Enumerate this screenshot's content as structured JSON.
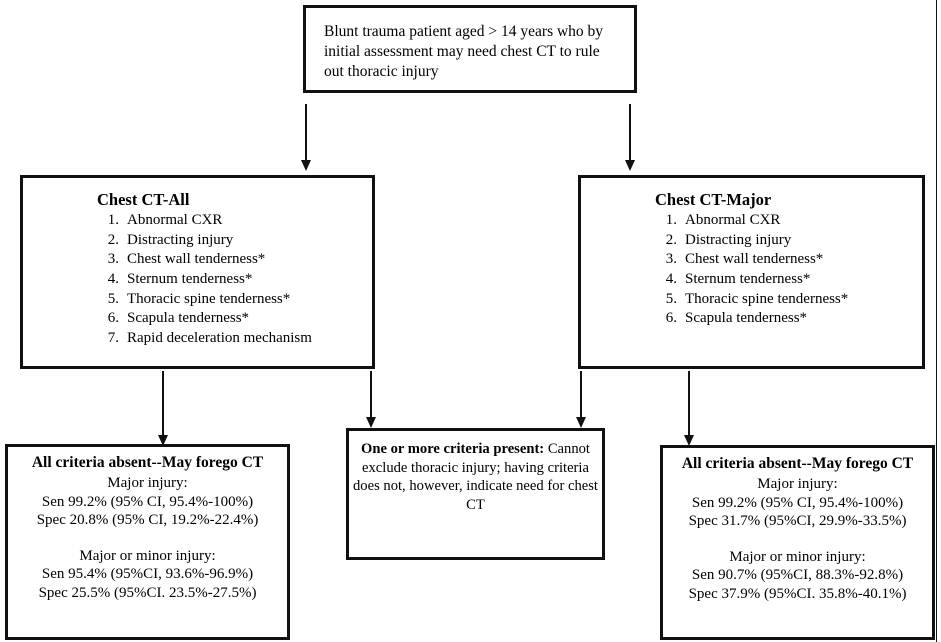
{
  "figure": {
    "type": "clinical-decision-rule-flowchart"
  },
  "top_box": {
    "text": "Blunt trauma patient aged > 14 years who by initial assessment may need chest CT to rule out thoracic injury"
  },
  "criteria_boxes": [
    {
      "id": "chest-ct-all",
      "title": "Chest CT-All",
      "items": [
        "Abnormal CXR",
        "Distracting injury",
        "Chest wall tenderness*",
        "Sternum tenderness*",
        "Thoracic spine tenderness*",
        "Scapula tenderness*",
        "Rapid deceleration mechanism"
      ]
    },
    {
      "id": "chest-ct-major",
      "title": "Chest CT-Major",
      "items": [
        "Abnormal CXR",
        "Distracting injury",
        "Chest wall tenderness*",
        "Sternum tenderness*",
        "Thoracic spine tenderness*",
        "Scapula tenderness*"
      ]
    }
  ],
  "result_boxes": {
    "left": {
      "title": "All criteria absent--May forego CT",
      "groups": [
        {
          "label": "Major injury:",
          "stats": [
            "Sen  99.2% (95% CI, 95.4%-100%)",
            "Spec 20.8% (95% CI, 19.2%-22.4%)"
          ]
        },
        {
          "label": "Major or minor injury:",
          "stats": [
            "Sen  95.4% (95%CI, 93.6%-96.9%)",
            "Spec 25.5% (95%CI. 23.5%-27.5%)"
          ]
        }
      ]
    },
    "center": {
      "bold_lead": "One or more criteria present:",
      "rest": " Cannot exclude thoracic injury; having criteria does not, however, indicate need for chest CT"
    },
    "right": {
      "title": "All criteria absent--May forego CT",
      "groups": [
        {
          "label": "Major injury:",
          "stats": [
            "Sen  99.2% (95% CI, 95.4%-100%)",
            "Spec 31.7% (95%CI, 29.9%-33.5%)"
          ]
        },
        {
          "label": "Major or minor injury:",
          "stats": [
            "Sen  90.7% (95%CI, 88.3%-92.8%)",
            "Spec 37.9% (95%CI. 35.8%-40.1%)"
          ]
        }
      ]
    }
  }
}
